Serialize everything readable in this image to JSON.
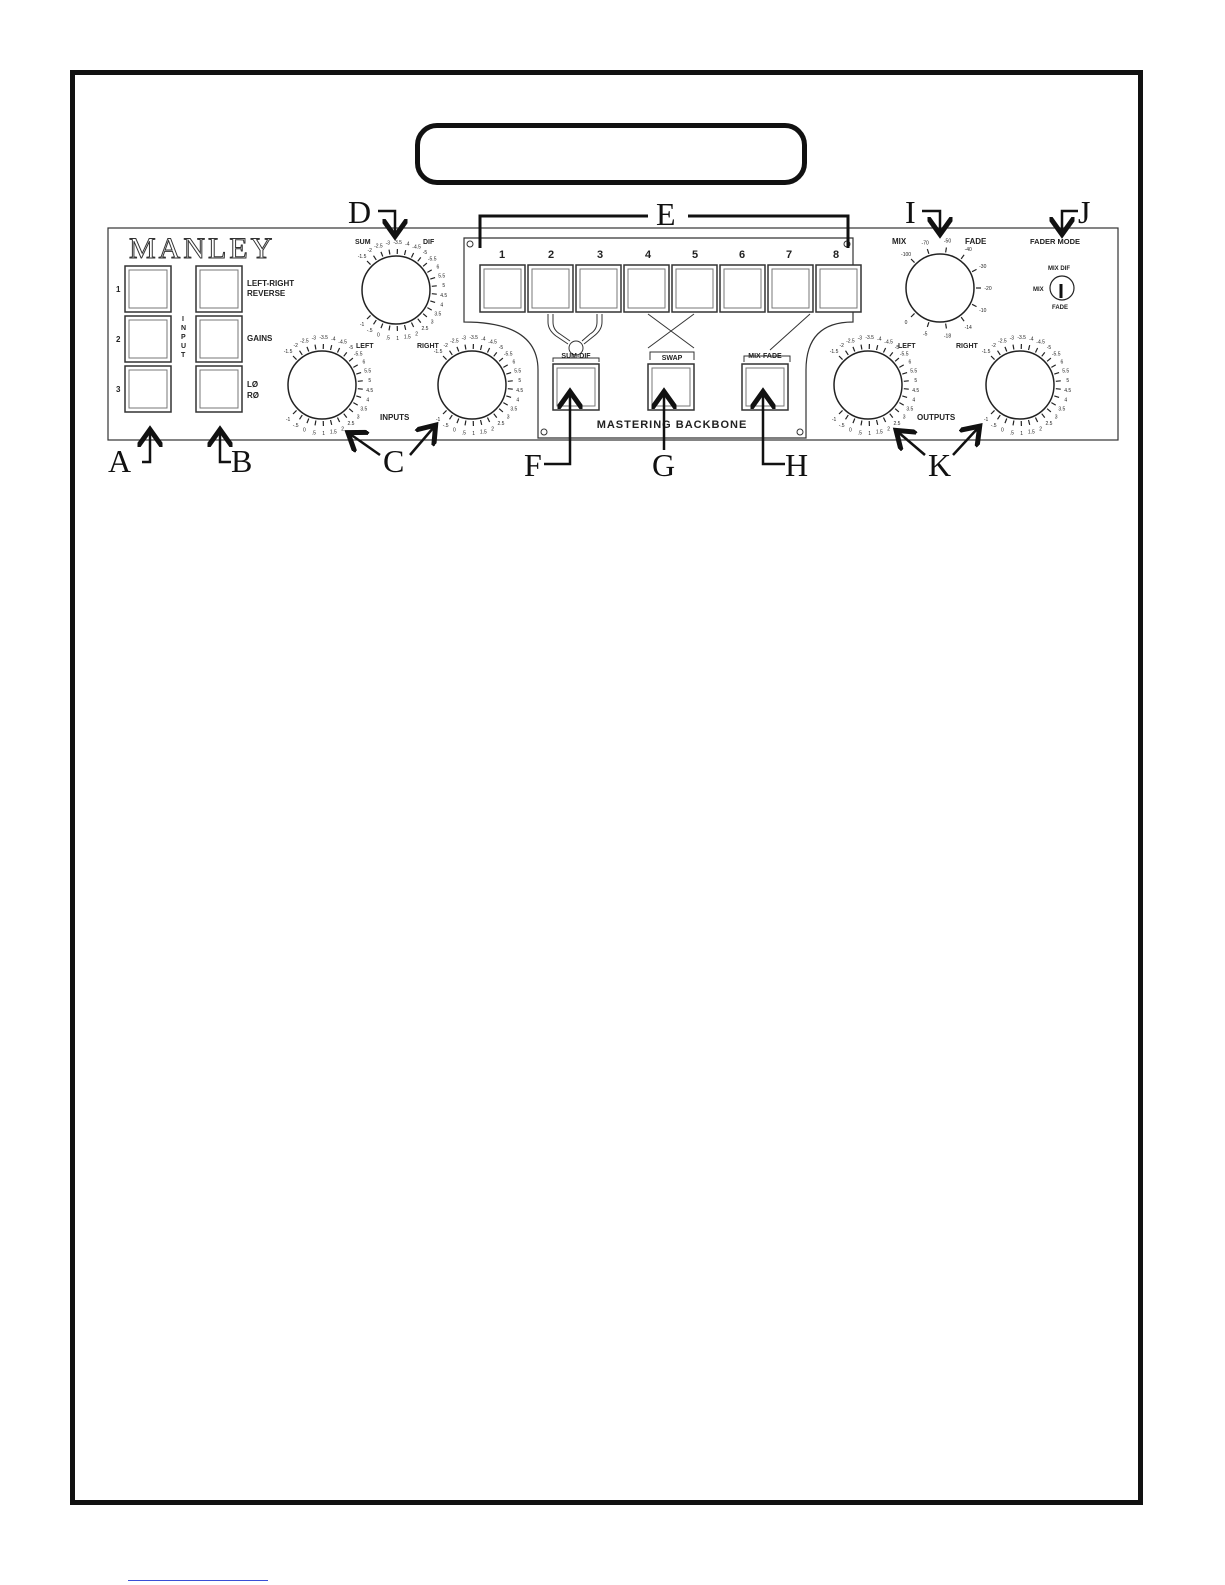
{
  "brand": "MANLEY",
  "product_name": "MASTERING BACKBONE",
  "colors": {
    "ink": "#111111",
    "panel": "#ffffff",
    "link": "#3a4fd6"
  },
  "input_selector": {
    "vertical_label": [
      "I",
      "N",
      "P",
      "U",
      "T"
    ],
    "rows": [
      {
        "number": "1",
        "label_lines": [
          "LEFT-RIGHT",
          "REVERSE"
        ]
      },
      {
        "number": "2",
        "label_lines": [
          "GAINS"
        ]
      },
      {
        "number": "3",
        "label_lines": [
          "LØ",
          "RØ"
        ]
      }
    ]
  },
  "sum_dif_knob": {
    "left_label": "SUM",
    "right_label": "DIF",
    "scale": [
      "-1.5",
      "-2",
      "-2.5",
      "-3",
      "-3.5",
      "-4",
      "-4.5",
      "-5",
      "-5.5",
      "6",
      "5.5",
      "5",
      "4.5",
      "4",
      "3.5",
      "3",
      "2.5",
      "2",
      "1.5",
      "1",
      ".5",
      "0",
      "-.5",
      "-1"
    ]
  },
  "input_knobs": {
    "group_label": "INPUTS",
    "left": {
      "label": "LEFT",
      "scale": [
        "-1.5",
        "-2",
        "-2.5",
        "-3",
        "-3.5",
        "-4",
        "-4.5",
        "-5",
        "-5.5",
        "6",
        "5.5",
        "5",
        "4.5",
        "4",
        "3.5",
        "3",
        "2.5",
        "2",
        "1.5",
        "1",
        ".5",
        "0",
        "-.5",
        "-1"
      ]
    },
    "right": {
      "label": "RIGHT",
      "scale": [
        "-1.5",
        "-2",
        "-2.5",
        "-3",
        "-3.5",
        "-4",
        "-4.5",
        "-5",
        "-5.5",
        "6",
        "5.5",
        "5",
        "4.5",
        "4",
        "3.5",
        "3",
        "2.5",
        "2",
        "1.5",
        "1",
        ".5",
        "0",
        "-.5",
        "-1"
      ]
    }
  },
  "insert_buttons": {
    "numbers": [
      "1",
      "2",
      "3",
      "4",
      "5",
      "6",
      "7",
      "8"
    ]
  },
  "mode_buttons": [
    {
      "label": "SUM-DIF"
    },
    {
      "label": "SWAP"
    },
    {
      "label": "MIX-FADE"
    }
  ],
  "mix_knob": {
    "left_label": "MIX",
    "right_label": "FADE",
    "scale": [
      "-100",
      "-70",
      "-50",
      "-40",
      "-30",
      "-20",
      "-10",
      "-14",
      "-18",
      "-5",
      "0"
    ]
  },
  "fader_mode": {
    "title": "FADER MODE",
    "positions": [
      "MIX DIF",
      "MIX",
      "FADE"
    ]
  },
  "output_knobs": {
    "group_label": "OUTPUTS",
    "left": {
      "label": "LEFT",
      "scale": [
        "-1.5",
        "-2",
        "-2.5",
        "-3",
        "-3.5",
        "-4",
        "-4.5",
        "-5",
        "-5.5",
        "6",
        "5.5",
        "5",
        "4.5",
        "4",
        "3.5",
        "3",
        "2.5",
        "2",
        "1.5",
        "1",
        ".5",
        "0",
        "-.5",
        "-1"
      ]
    },
    "right": {
      "label": "RIGHT",
      "scale": [
        "-1.5",
        "-2",
        "-2.5",
        "-3",
        "-3.5",
        "-4",
        "-4.5",
        "-5",
        "-5.5",
        "6",
        "5.5",
        "5",
        "4.5",
        "4",
        "3.5",
        "3",
        "2.5",
        "2",
        "1.5",
        "1",
        ".5",
        "0",
        "-.5",
        "-1"
      ]
    }
  },
  "callouts": [
    "A",
    "B",
    "C",
    "D",
    "E",
    "F",
    "G",
    "H",
    "I",
    "J",
    "K"
  ]
}
